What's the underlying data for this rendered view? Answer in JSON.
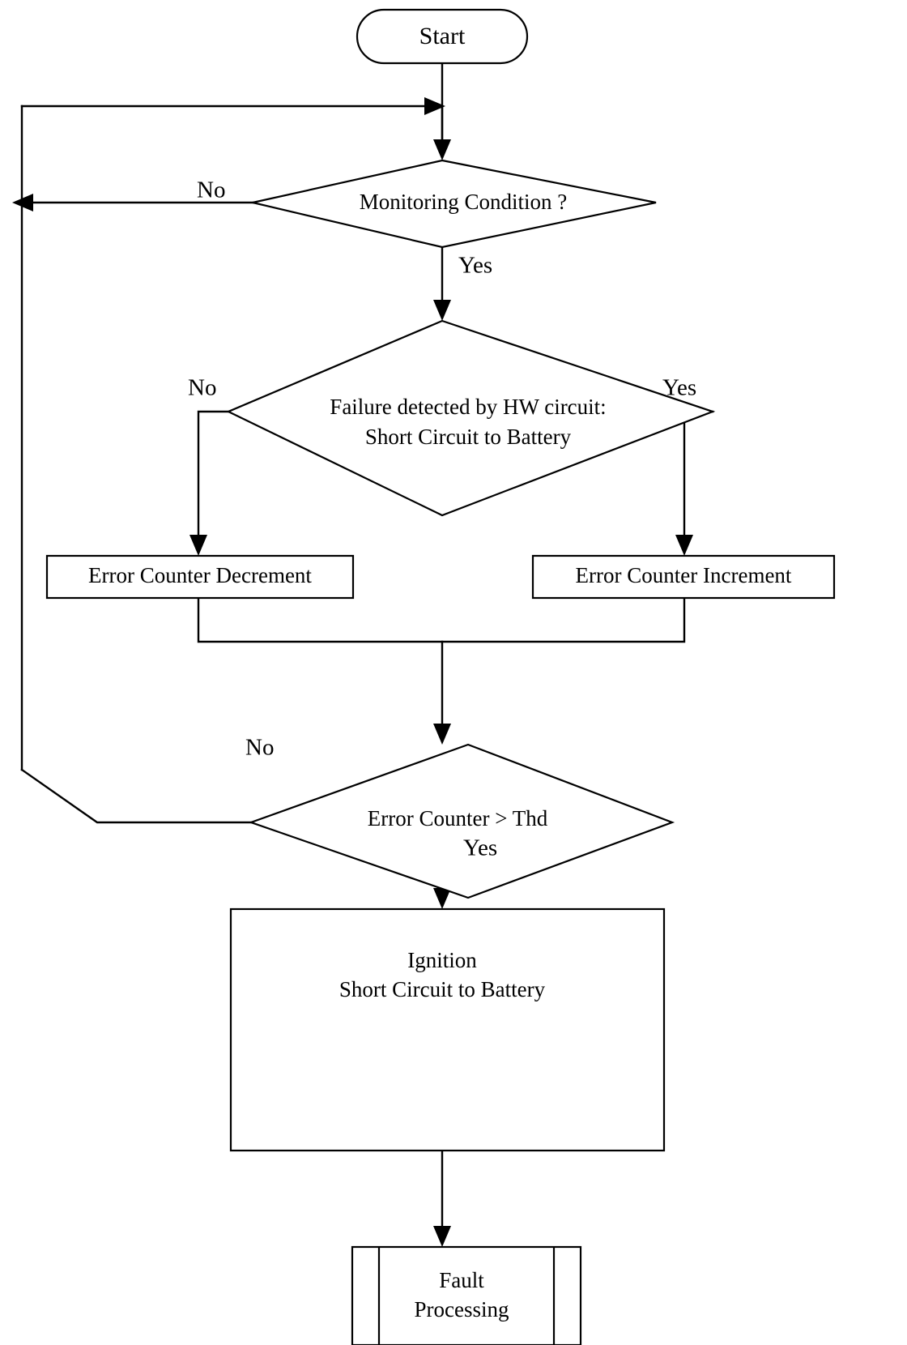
{
  "diagram": {
    "type": "flowchart",
    "title": "Ignition Short Circuit to Battery monitoring flow",
    "orientation": "top-to-bottom",
    "background_color": "#ffffff",
    "line_color": "#000000",
    "nodes": {
      "start": {
        "shape": "terminator",
        "label": "Start"
      },
      "monitoring_condition": {
        "shape": "decision",
        "label": "Monitoring Condition ?"
      },
      "failure_detected": {
        "shape": "decision",
        "label_line1": "Failure detected by HW circuit:",
        "label_line2": "Short Circuit to Battery"
      },
      "error_counter_decrement": {
        "shape": "process",
        "label": "Error Counter Decrement"
      },
      "error_counter_increment": {
        "shape": "process",
        "label": "Error Counter Increment"
      },
      "error_counter_threshold": {
        "shape": "decision",
        "label": "Error Counter >  Thd"
      },
      "ignition_short_circuit": {
        "shape": "process",
        "label_line1": "Ignition",
        "label_line2": "Short Circuit to Battery"
      },
      "fault_processing": {
        "shape": "predefined-process",
        "label_line1": "Fault",
        "label_line2": "Processing"
      }
    },
    "branch_labels": {
      "monitoring_no": "No",
      "monitoring_yes": "Yes",
      "failure_no": "No",
      "failure_yes": "Yes",
      "threshold_no": "No",
      "threshold_yes": "Yes"
    },
    "edges": [
      {
        "from": "start",
        "to": "monitoring_condition",
        "label": ""
      },
      {
        "from": "monitoring_condition",
        "to": "loop_back",
        "label": "No"
      },
      {
        "from": "monitoring_condition",
        "to": "failure_detected",
        "label": "Yes"
      },
      {
        "from": "failure_detected",
        "to": "error_counter_decrement",
        "label": "No"
      },
      {
        "from": "failure_detected",
        "to": "error_counter_increment",
        "label": "Yes"
      },
      {
        "from": "error_counter_decrement",
        "to": "error_counter_threshold",
        "label": ""
      },
      {
        "from": "error_counter_increment",
        "to": "error_counter_threshold",
        "label": ""
      },
      {
        "from": "error_counter_threshold",
        "to": "loop_back",
        "label": "No"
      },
      {
        "from": "error_counter_threshold",
        "to": "ignition_short_circuit",
        "label": "Yes"
      },
      {
        "from": "ignition_short_circuit",
        "to": "fault_processing",
        "label": ""
      }
    ]
  }
}
